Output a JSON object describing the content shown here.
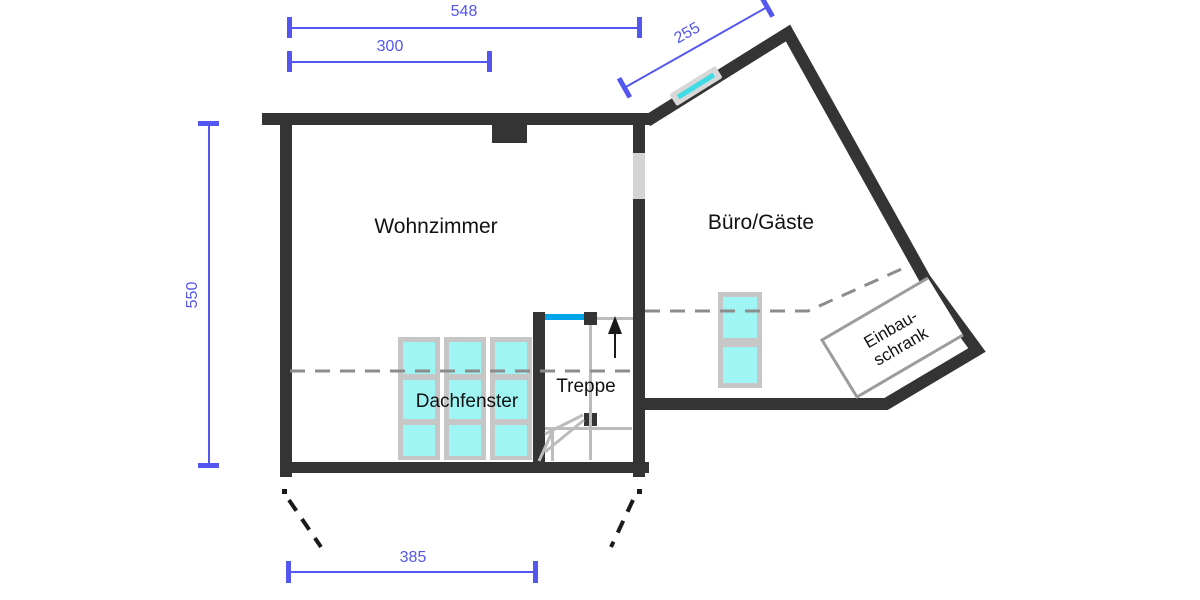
{
  "labels": {
    "living_room": "Wohnzimmer",
    "office_guest": "Büro/Gäste",
    "stairs": "Treppe",
    "roof_windows": "Dachfenster",
    "closet_line1": "Einbau-",
    "closet_line2": "schrank"
  },
  "dimensions": {
    "total_width": "548",
    "living_width": "300",
    "angled_wall": "255",
    "total_height": "550",
    "bottom_width": "385"
  },
  "colors": {
    "wall": "#343434",
    "opening": "#d4d4d4",
    "window_fill": "#9ff4f4",
    "window_frame": "#c6c6c6",
    "dormer_glass": "#3fdce6",
    "glass_rail": "#00a5ea",
    "stair_line": "#bcbcbc",
    "roofline_dash": "#8c8c8c",
    "closet_stroke": "#9c9c9c",
    "dimension": "#5456f0",
    "ink": "#1a1a1a"
  }
}
